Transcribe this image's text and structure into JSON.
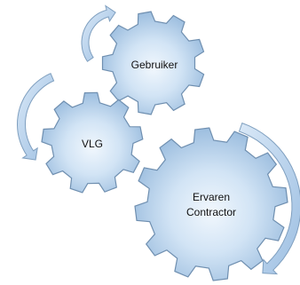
{
  "diagram": {
    "gears": [
      {
        "id": "gebruiker",
        "lines": [
          "Gebruiker"
        ]
      },
      {
        "id": "vlg",
        "lines": [
          "VLG"
        ]
      },
      {
        "id": "contractor",
        "lines": [
          "Ervaren",
          "Contractor"
        ]
      }
    ],
    "colors": {
      "gear_fill_light": "#e8f2fb",
      "gear_fill_mid": "#b6d0ea",
      "gear_fill_dark": "#8fb3d8",
      "gear_stroke": "#6f8fb0",
      "arrow_fill": "#b9d3ee",
      "arrow_stroke": "#7f9fbf",
      "label": "#111111"
    }
  }
}
